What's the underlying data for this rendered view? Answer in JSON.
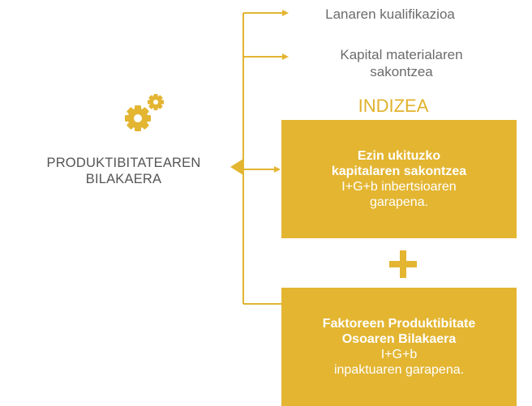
{
  "center": {
    "title_line1": "PRODUKTIBITATEAREN",
    "title_line2": "BILAKAERA",
    "icon": "gears-icon"
  },
  "branches": [
    {
      "label": "Lanaren kualifikazioa"
    },
    {
      "label_line1": "Kapital materialaren",
      "label_line2": "sakontzea"
    }
  ],
  "index_title": "INDIZEA",
  "boxes": [
    {
      "title_line1": "Ezin ukituzko",
      "title_line2": "kapitalaren sakontzea",
      "body_line1": "I+G+b inbertsioaren",
      "body_line2": "garapena."
    },
    {
      "title_line1": "Faktoreen Produktibitate",
      "title_line2": "Osoaren Bilakaera",
      "body_line1": "I+G+b",
      "body_line2": "inpaktuaren garapena."
    }
  ],
  "plus_symbol": "plus-icon",
  "colors": {
    "accent": "#E3B531",
    "text_gray": "#6B6B6B",
    "box_text": "#FFFFFF"
  }
}
